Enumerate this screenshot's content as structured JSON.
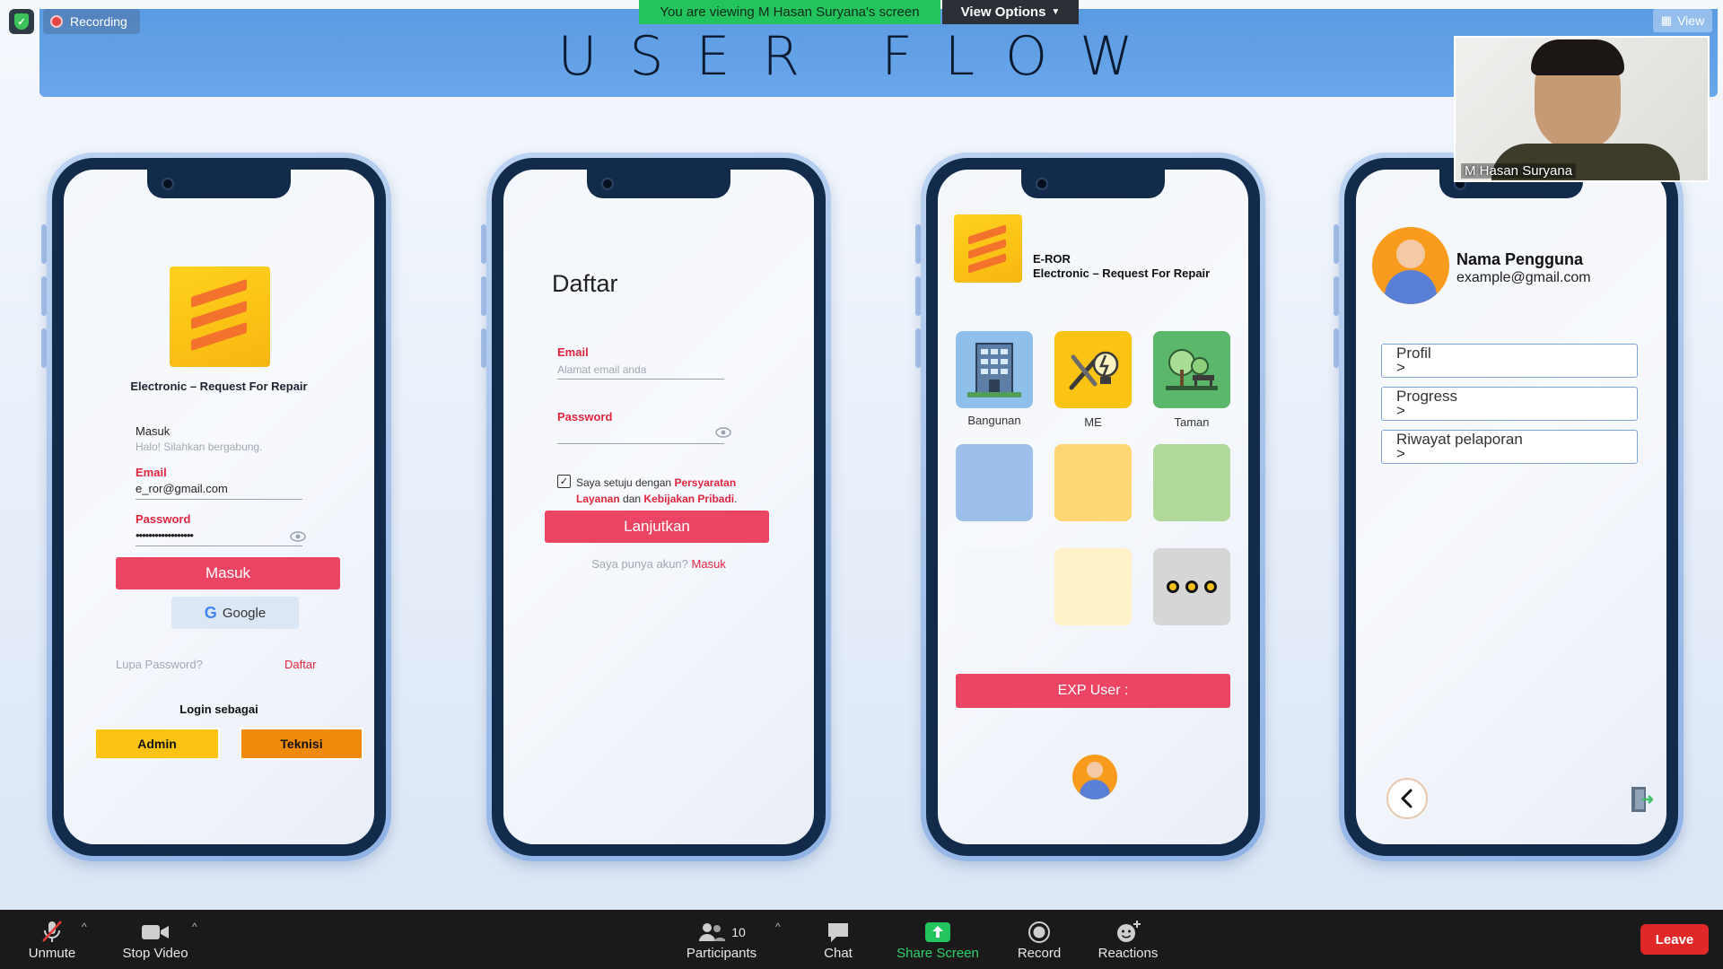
{
  "overlay": {
    "recording_label": "Recording",
    "viewing_banner": "You are viewing M Hasan Suryana's screen",
    "view_options_label": "View Options",
    "view_label": "View"
  },
  "slide": {
    "title": "USER FLOW",
    "screen_login": {
      "app_name": "Electronic – Request For Repair",
      "heading": "Masuk",
      "subheading": "Halo! Silahkan bergabung.",
      "email_label": "Email",
      "email_value": "e_ror@gmail.com",
      "password_label": "Password",
      "password_value": "••••••••••••••••••",
      "login_button": "Masuk",
      "google_button": "Google",
      "forgot_password": "Lupa Password?",
      "register_link": "Daftar",
      "login_as": "Login sebagai",
      "admin_button": "Admin",
      "technician_button": "Teknisi"
    },
    "screen_register": {
      "title": "Daftar",
      "email_label": "Email",
      "email_placeholder": "Alamat email anda",
      "password_label": "Password",
      "agree_prefix": "Saya setuju dengan",
      "terms_link_1": "Persyaratan",
      "terms_link_2": "Layanan",
      "agree_and": "dan",
      "privacy_link": "Kebijakan Pribadi",
      "agree_suffix": ".",
      "continue_button": "Lanjutkan",
      "have_account": "Saya punya akun?",
      "login_link": "Masuk"
    },
    "screen_home": {
      "app_short": "E-ROR",
      "app_name": "Electronic – Request For Repair",
      "categories": [
        "Bangunan",
        "ME",
        "Taman"
      ],
      "exp_button": "EXP User :"
    },
    "screen_profile": {
      "user_name": "Nama Pengguna",
      "user_email": "example@gmail.com",
      "menu": [
        {
          "label": "Profil",
          "arrow": ">"
        },
        {
          "label": "Progress",
          "arrow": ">"
        },
        {
          "label": "Riwayat pelaporan",
          "arrow": ">"
        }
      ]
    }
  },
  "video": {
    "participant_name": "M Hasan Suryana"
  },
  "toolbar": {
    "unmute": "Unmute",
    "stop_video": "Stop Video",
    "participants": "Participants",
    "participants_count": "10",
    "chat": "Chat",
    "share_screen": "Share Screen",
    "record": "Record",
    "reactions": "Reactions",
    "leave": "Leave"
  },
  "colors": {
    "accent_red": "#ec4463",
    "brand_yellow": "#fbc414",
    "share_green": "#23c45e",
    "leave_red": "#e02828"
  }
}
